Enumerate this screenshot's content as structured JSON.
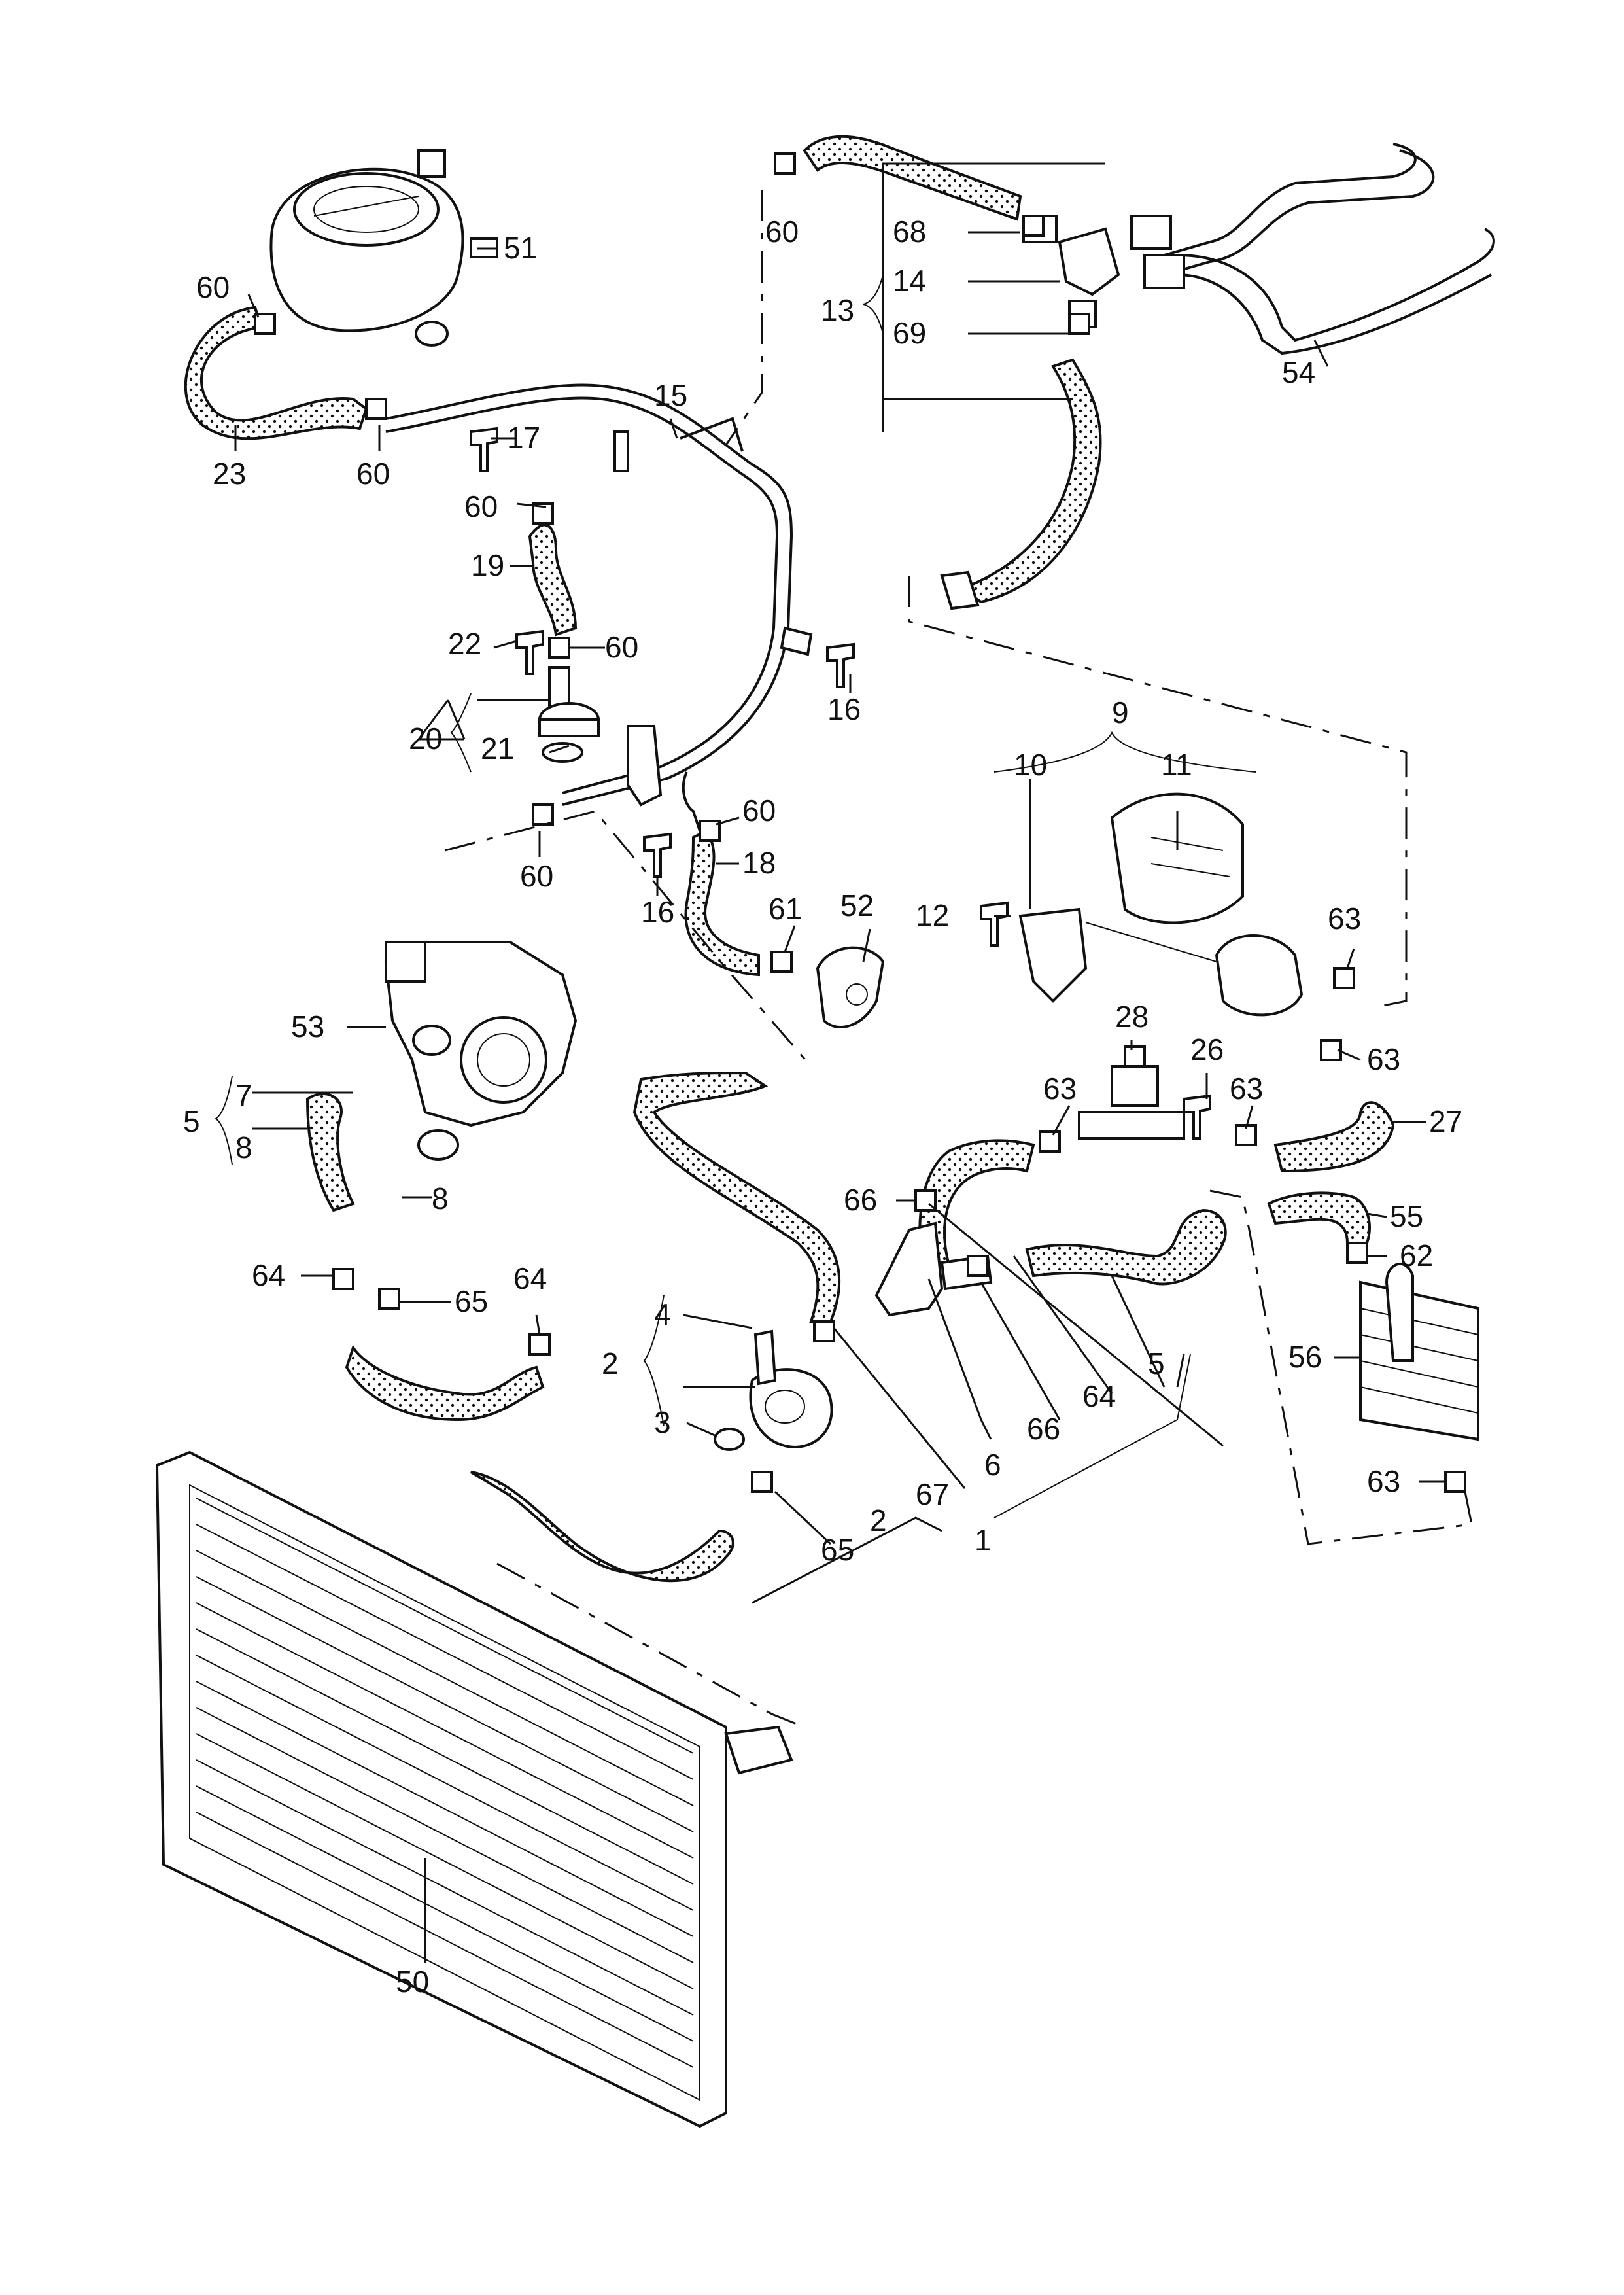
{
  "callouts": {
    "c1": "1",
    "c2a": "2",
    "c2b": "2",
    "c3": "3",
    "c4": "4",
    "c5a": "5",
    "c5b": "5",
    "c6": "6",
    "c7": "7",
    "c8a": "8",
    "c8b": "8",
    "c9": "9",
    "c10": "10",
    "c11": "11",
    "c12": "12",
    "c13": "13",
    "c14": "14",
    "c15": "15",
    "c16a": "16",
    "c16b": "16",
    "c17": "17",
    "c18": "18",
    "c19": "19",
    "c20": "20",
    "c21": "21",
    "c22": "22",
    "c23": "23",
    "c26": "26",
    "c27": "27",
    "c28": "28",
    "c50": "50",
    "c51": "51",
    "c52": "52",
    "c53": "53",
    "c54": "54",
    "c55": "55",
    "c56": "56",
    "c60a": "60",
    "c60b": "60",
    "c60c": "60",
    "c60d": "60",
    "c60e": "60",
    "c60f": "60",
    "c60g": "60",
    "c61": "61",
    "c62": "62",
    "c63a": "63",
    "c63b": "63",
    "c63c": "63",
    "c63d": "63",
    "c63e": "63",
    "c64a": "64",
    "c64b": "64",
    "c64c": "64",
    "c65a": "65",
    "c65b": "65",
    "c66a": "66",
    "c66b": "66",
    "c67": "67",
    "c68": "68",
    "c69": "69"
  }
}
